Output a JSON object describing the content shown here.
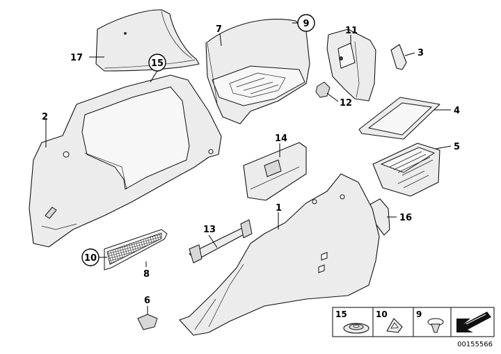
{
  "diagram": {
    "callouts": {
      "c1": "1",
      "c2": "2",
      "c3": "3",
      "c4": "4",
      "c5": "5",
      "c6": "6",
      "c7": "7",
      "c8": "8",
      "c9": "9",
      "c10": "10",
      "c11": "11",
      "c12": "12",
      "c13": "13",
      "c14": "14",
      "c15": "15",
      "c16": "16",
      "c17": "17"
    },
    "legend": [
      {
        "number": "15",
        "icon": "grommet-icon"
      },
      {
        "number": "10",
        "icon": "clip-icon"
      },
      {
        "number": "9",
        "icon": "expanding-rivet-icon"
      },
      {
        "number": "",
        "icon": "arrow-pointer-icon"
      }
    ],
    "diagram_id": "00155566"
  }
}
